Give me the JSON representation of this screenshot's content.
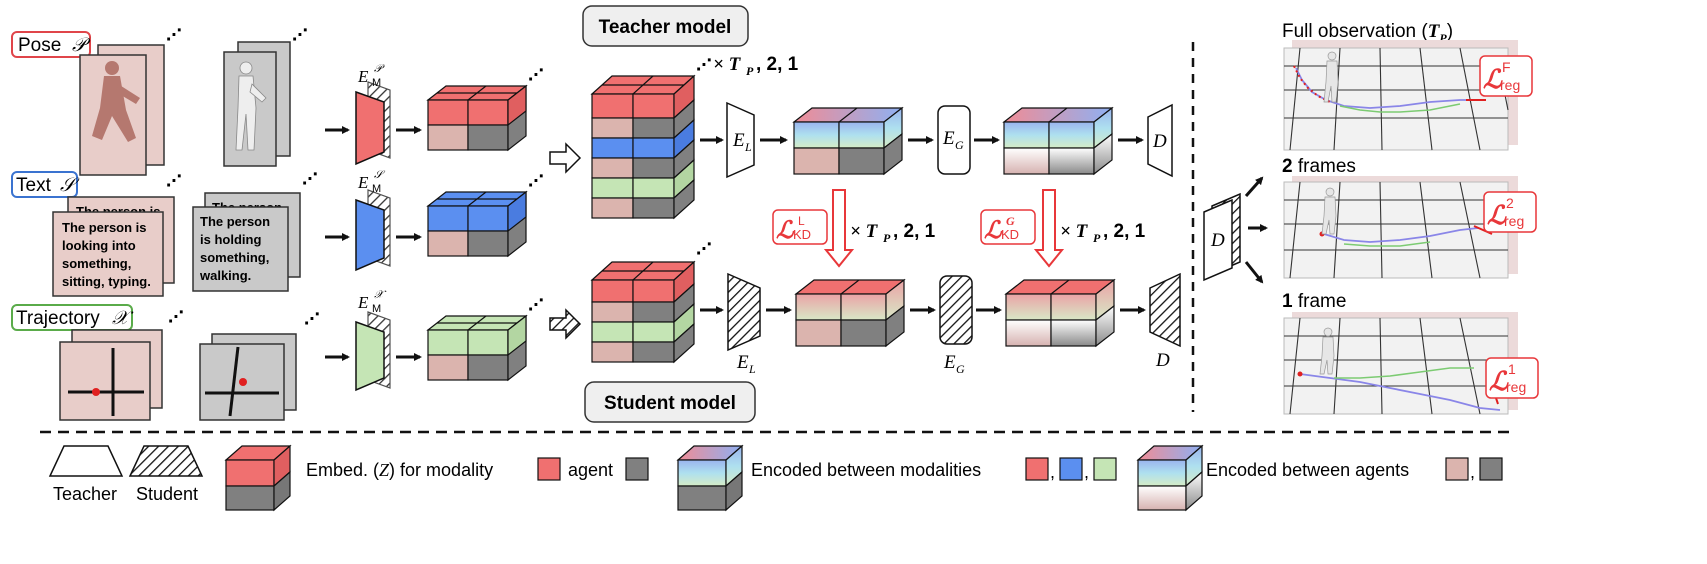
{
  "modalities": {
    "pose": {
      "name": "Pose",
      "symbol": "𝒫"
    },
    "text": {
      "name": "Text",
      "symbol": "𝒮"
    },
    "trajectory": {
      "name": "Trajectory",
      "symbol": "𝒳"
    }
  },
  "text_cards": {
    "card1_back": "The person is",
    "card1_front": [
      "The person is",
      "looking into",
      "something,",
      "sitting, typing."
    ],
    "card2_back": "The person",
    "card2_front": [
      "The person",
      "is holding",
      "something,",
      "walking."
    ]
  },
  "encoders": {
    "embed_main": "E",
    "embed_sub": "M",
    "embed_sup_pose": "𝒫",
    "embed_sup_text": "𝒮",
    "embed_sup_traj": "𝒳",
    "local_main": "E",
    "local_sub": "L",
    "global_main": "E",
    "global_sub": "G",
    "decoder": "D"
  },
  "labels": {
    "teacher_model": "Teacher model",
    "student_model": "Student model",
    "repeat": "× T",
    "repeat_sub": "P",
    "repeat_rest": ", 2, 1",
    "kd_main": "ℒ",
    "kd_sub": "KD",
    "kd_sup_local": "L",
    "kd_sup_global": "G"
  },
  "outputs": {
    "full_prefix": "Full observation (",
    "full_T": "T",
    "full_sub": "P",
    "full_suffix": ")",
    "two_num": "2",
    "two_rest": " frames",
    "one_num": "1",
    "one_rest": " frame",
    "reg_main": "ℒ",
    "reg_sub": "reg",
    "reg_sup_full": "F",
    "reg_sup_two": "2",
    "reg_sup_one": "1"
  },
  "legend": {
    "teacher": "Teacher",
    "student": "Student",
    "embed_text": "Embed. (",
    "embed_z": "Z",
    "embed_text2": ") for modality",
    "agent": "agent",
    "between_modalities": "Encoded between modalities",
    "between_agents": "Encoded between agents",
    "comma": ","
  },
  "colors": {
    "pose": "#f07070",
    "text": "#5b8ff0",
    "trajectory": "#c5e5b5",
    "agent_light": "#dbb4ae",
    "agent_dark": "#808080",
    "kd_red": "#e8373a",
    "pose_box_border": "#e0454a",
    "text_box_border": "#3a73d0",
    "traj_box_border": "#5aab4a"
  }
}
